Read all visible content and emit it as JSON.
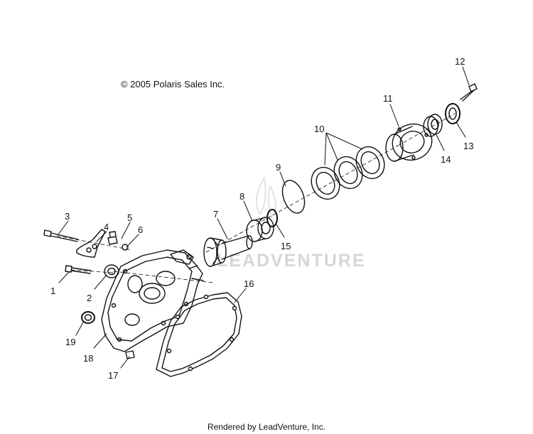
{
  "copyright": "© 2005 Polaris Sales Inc.",
  "watermark": "LEADVENTURE",
  "footer": "Rendered by LeadVenture, Inc.",
  "callouts": [
    "1",
    "2",
    "3",
    "4",
    "5",
    "6",
    "7",
    "8",
    "9",
    "10",
    "11",
    "12",
    "13",
    "14",
    "15",
    "16",
    "17",
    "18",
    "19"
  ]
}
